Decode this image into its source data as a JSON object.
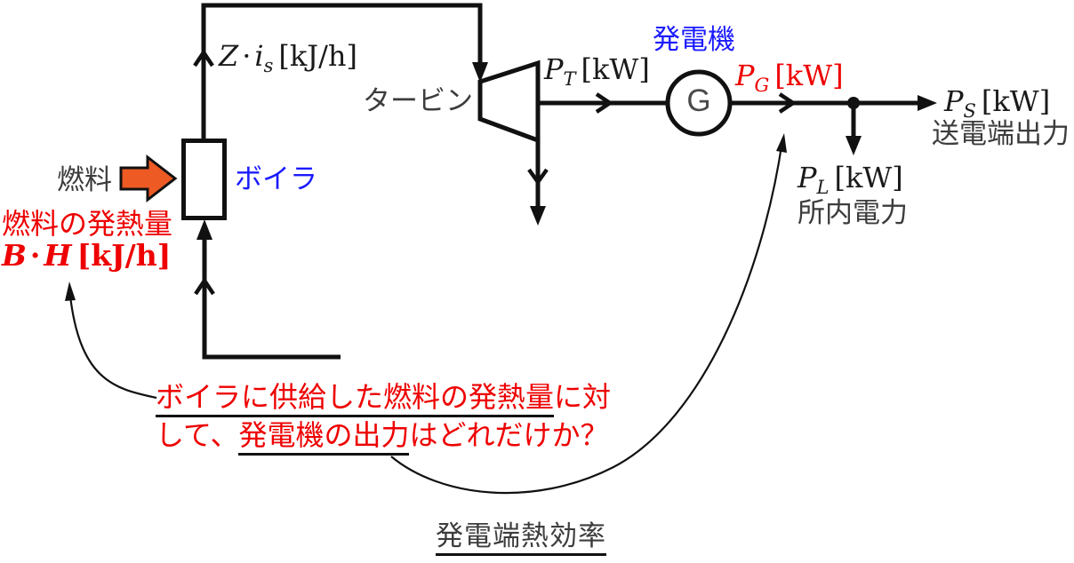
{
  "labels": {
    "fuel": "燃料",
    "boiler": "ボイラ",
    "turbine": "タービン",
    "generator": "発電機",
    "generator_symbol": "G",
    "fuel_heat_title": "燃料の発熱量",
    "transmission_output": "送電端出力",
    "station_power": "所内電力",
    "thermal_efficiency": "発電端熱効率"
  },
  "math": {
    "steam_heat": {
      "var1": "Z",
      "dot": "·",
      "var2": "i",
      "sub": "s",
      "unit": "[kJ/h]"
    },
    "fuel_heat": {
      "var1": "B",
      "dot": "·",
      "var2": "H",
      "unit": "[kJ/h]"
    },
    "turbine_power": {
      "var": "P",
      "sub": "T",
      "unit": "[kW]"
    },
    "generator_power": {
      "var": "P",
      "sub": "G",
      "unit": "[kW]"
    },
    "transmission_power": {
      "var": "P",
      "sub": "S",
      "unit": "[kW]"
    },
    "station_load": {
      "var": "P",
      "sub": "L",
      "unit": "[kW]"
    }
  },
  "question": {
    "line1_underlined": "ボイラに供給した燃料の発熱量",
    "line1_rest": "に対",
    "line2_lead": "して、",
    "line2_underlined": "発電機の出力",
    "line2_rest": "はどれだけか？"
  },
  "colors": {
    "red": "#ee0000",
    "blue": "#1b1bff",
    "text_dark": "#3c3c3c",
    "line_black": "#111111",
    "fuel_arrow_orange": "#ed5a24"
  },
  "icons": {
    "fuel_input_arrow": "orange block arrow pointing right",
    "flow_chevron": "open V arrowhead on pipe",
    "flow_arrowhead": "solid triangle arrowhead",
    "hint_arrow": "thin curved pointer arrow"
  }
}
